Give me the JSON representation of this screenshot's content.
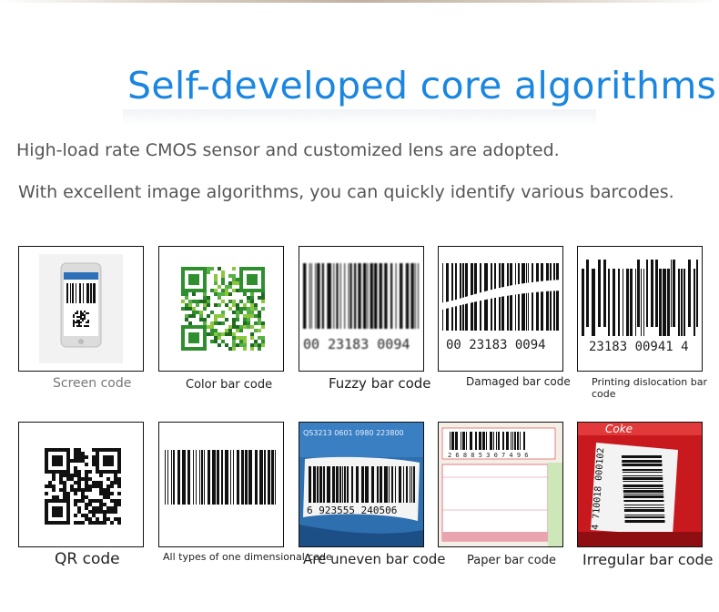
{
  "heading": "Self-developed core algorithms",
  "description": [
    "High-load rate CMOS sensor and customized lens are adopted.",
    "With excellent image algorithms, you can quickly identify various barcodes."
  ],
  "row1": [
    {
      "caption": "Screen code"
    },
    {
      "caption": "Color bar code"
    },
    {
      "caption": "Fuzzy bar code",
      "digits": "00 23183 0094"
    },
    {
      "caption": "Damaged bar code",
      "digits": "00 23183 0094"
    },
    {
      "caption": "Printing dislocation bar code",
      "digits": "23183 00941 4"
    }
  ],
  "row2": [
    {
      "caption": "QR code"
    },
    {
      "caption": "All types of one dimensional code"
    },
    {
      "caption": "Are uneven bar code",
      "digits": "6 923555 240506",
      "label_text": "QS3213 0601 0980  223800"
    },
    {
      "caption": "Paper bar code",
      "digits": "2 6 8 8 5 3 0 7 4 9 6"
    },
    {
      "caption": "Irregular bar code",
      "digits": "4 710018 000102",
      "brand": "Coke"
    }
  ],
  "colors": {
    "heading": "#1a86e0",
    "text": "#555555",
    "border": "#111111"
  }
}
